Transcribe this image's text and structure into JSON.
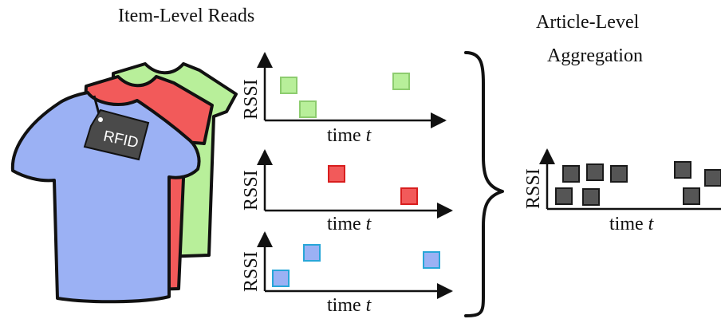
{
  "titles": {
    "left": "Item-Level Reads",
    "right_line1": "Article-Level",
    "right_line2": "Aggregation"
  },
  "tag": {
    "label": "RFID"
  },
  "axis": {
    "ylabel": "RSSI",
    "xlabel_prefix": "time ",
    "xlabel_var": "t"
  },
  "colors": {
    "green_fill": "#b8ef9a",
    "green_stroke": "#8dcc6f",
    "red_fill": "#f25a5a",
    "red_stroke": "#d81e1e",
    "blue_fill": "#9bb1f4",
    "blue_stroke": "#28a6d8",
    "gray_fill": "#555555",
    "gray_stroke": "#1a1a1a"
  }
}
